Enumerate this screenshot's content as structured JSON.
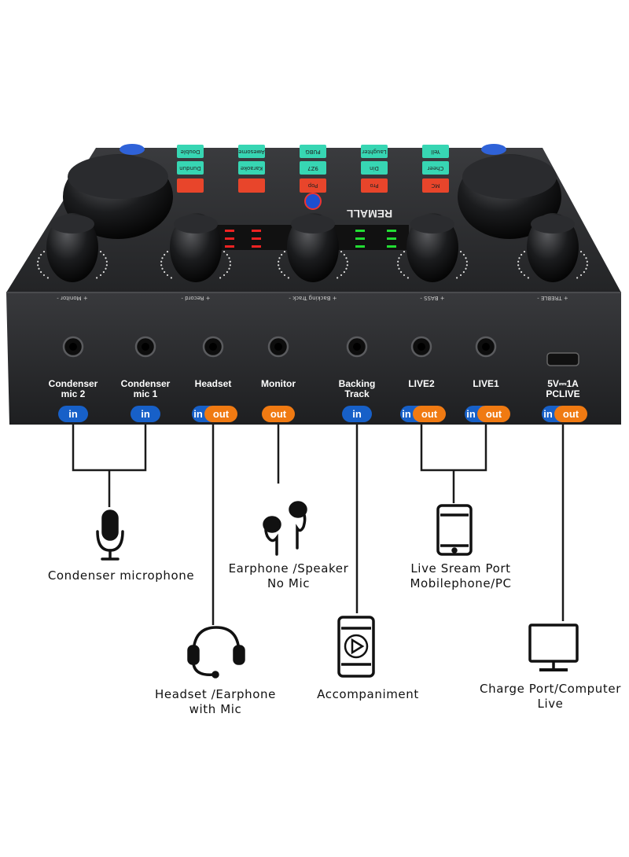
{
  "colors": {
    "in_pill": "#1760c8",
    "out_pill": "#f07a12",
    "body_dark": "#262729",
    "panel_front": "#2e2f32",
    "line": "#1a1a1a"
  },
  "device": {
    "brand": "REMALL",
    "top_buttons": [
      {
        "top": "Double",
        "mid": "Dundun",
        "bottom": ""
      },
      {
        "top": "Awesome",
        "mid": "Karaoke",
        "bottom": ""
      },
      {
        "top": "PUBG",
        "mid": "9Z7",
        "bottom": "Pop"
      },
      {
        "top": "Laughter",
        "mid": "Din",
        "bottom": "Pro"
      },
      {
        "top": "Yell",
        "mid": "Cheer",
        "bottom": "MC"
      }
    ],
    "knob_labels": [
      "+ Monitor -",
      "+ Record -",
      "+ Backing Track -",
      "+ BASS -",
      "+ TREBLE -"
    ]
  },
  "ports": [
    {
      "label_line1": "Condenser",
      "label_line2": "mic 2",
      "pills": [
        "in"
      ]
    },
    {
      "label_line1": "Condenser",
      "label_line2": "mic 1",
      "pills": [
        "in"
      ]
    },
    {
      "label_line1": "Headset",
      "label_line2": "",
      "pills": [
        "in",
        "out"
      ]
    },
    {
      "label_line1": "Monitor",
      "label_line2": "",
      "pills": [
        "out"
      ]
    },
    {
      "label_line1": "Backing",
      "label_line2": "Track",
      "pills": [
        "in"
      ]
    },
    {
      "label_line1": "LIVE2",
      "label_line2": "",
      "pills": [
        "in",
        "out"
      ]
    },
    {
      "label_line1": "LIVE1",
      "label_line2": "",
      "pills": [
        "in",
        "out"
      ]
    },
    {
      "label_line1": "5V⎓1A",
      "label_line2": "PCLIVE",
      "pills": [
        "in",
        "out"
      ]
    }
  ],
  "devices": {
    "condenser": {
      "line1": "Condenser microphone",
      "line2": ""
    },
    "earphone": {
      "line1": "Earphone /Speaker",
      "line2": "No Mic"
    },
    "mobile": {
      "line1": "Live Sream Port",
      "line2": "Mobilephone/PC"
    },
    "headset": {
      "line1": "Headset /Earphone",
      "line2": "with Mic"
    },
    "accompaniment": {
      "line1": "Accompaniment",
      "line2": ""
    },
    "computer": {
      "line1": "Charge Port/Computer",
      "line2": "Live"
    }
  }
}
